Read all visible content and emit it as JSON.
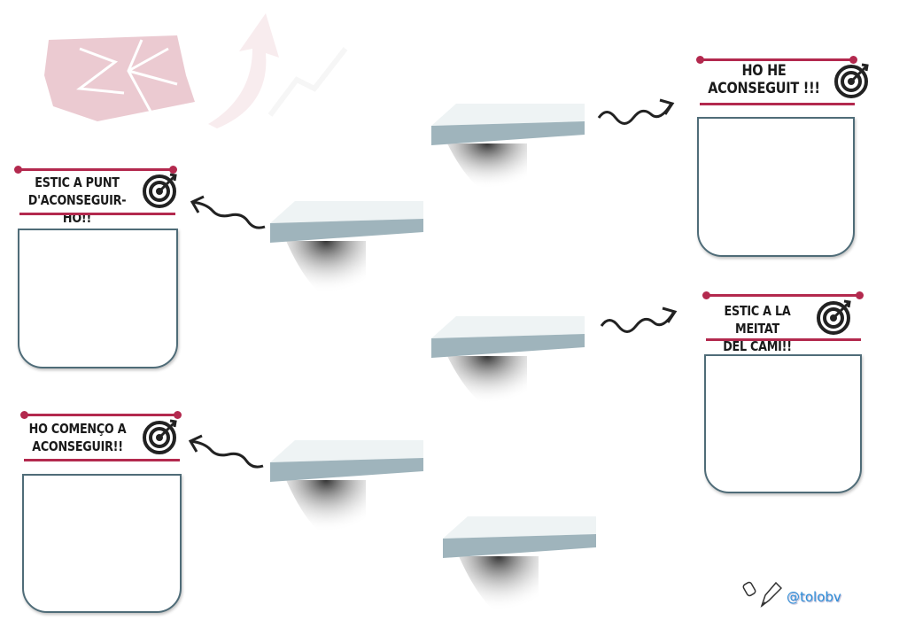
{
  "cards": [
    {
      "title_line1": "HO HE",
      "title_line2": "ACONSEGUIT !!!"
    },
    {
      "title_line1": "ESTIC A LA MEITAT",
      "title_line2": "DEL CAMÍ!!"
    },
    {
      "title_line1": "ESTIC A PUNT",
      "title_line2": "D'ACONSEGUIR-HO!!"
    },
    {
      "title_line1": "HO COMENÇO A",
      "title_line2": "ACONSEGUIR!!"
    }
  ],
  "credit": {
    "handle": "@tolobv"
  },
  "colors": {
    "accent": "#b3294e",
    "box_border": "#4f6c78",
    "shelf_front": "#9fb4bc",
    "logo": "#d98a9b"
  }
}
